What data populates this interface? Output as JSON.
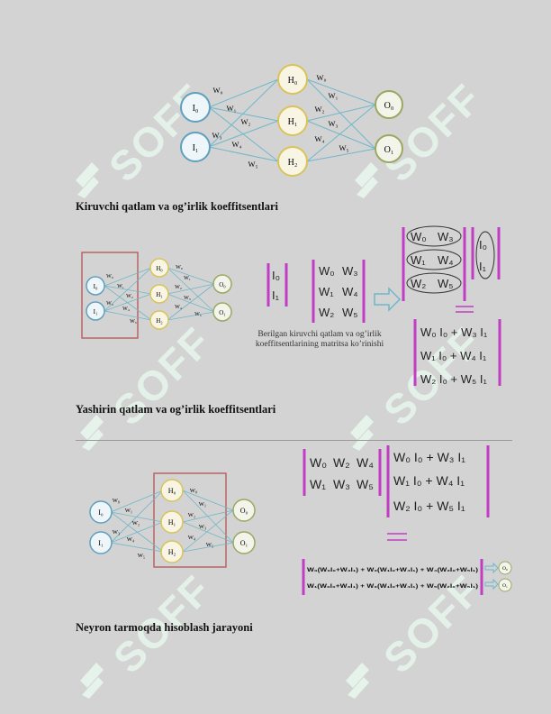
{
  "captions": {
    "c1": "Kiruvchi qatlam va og’irlik koeffitsentlari",
    "c2": "Yashirin qatlam va og’irlik koeffitsentlari",
    "c3": "Neyron tarmoqda hisoblash jarayoni"
  },
  "note": {
    "line1": "Berilgan kiruvchi qatlam va og’irlik",
    "line2": "koeffitsentlarining matritsa ko’rinishi"
  },
  "watermark": "SOFF",
  "net": {
    "inputs": [
      "I₀",
      "I₁"
    ],
    "hidden": [
      "H₀",
      "H₁",
      "H₂"
    ],
    "outputs": [
      "O₀",
      "O₁"
    ],
    "w_in": [
      "W₀",
      "W₁",
      "W₂",
      "W₃",
      "W₄",
      "W₅"
    ],
    "w_out": [
      "W₀",
      "W₁",
      "W₂",
      "W₃",
      "W₄",
      "W₅"
    ]
  },
  "fig2": {
    "vector": [
      "I₀",
      "I₁"
    ],
    "weights": [
      [
        "W₀",
        "W₃"
      ],
      [
        "W₁",
        "W₄"
      ],
      [
        "W₂",
        "W₅"
      ]
    ],
    "result": [
      "W₀ I₀ + W₃ I₁",
      "W₁ I₀ + W₄ I₁",
      "W₂ I₀ + W₅ I₁"
    ]
  },
  "fig3": {
    "weights": [
      [
        "W₀",
        "W₂",
        "W₄"
      ],
      [
        "W₁",
        "W₃",
        "W₅"
      ]
    ],
    "vector": [
      "W₀ I₀ + W₃ I₁",
      "W₁ I₀ + W₄ I₁",
      "W₂ I₀ + W₅ I₁"
    ],
    "formula": [
      "W₀(W₀I₀+W₃I₁) + W₂(W₁I₀+W₄I₁) + W₄(W₂I₀+W₅I₁)",
      "W₁(W₀I₀+W₃I₁) + W₃(W₁I₀+W₄I₁) + W₅(W₂I₀+W₅I₁)"
    ],
    "outputs": [
      "O₀",
      "O₁"
    ]
  },
  "colors": {
    "input": "#5f9fbf",
    "hidden": "#d9c35a",
    "output": "#9aa862",
    "edge": "#6fb7c9",
    "magenta": "#c23cc4",
    "frame": "#b04a4a",
    "watermark": "#e8f7ee"
  }
}
